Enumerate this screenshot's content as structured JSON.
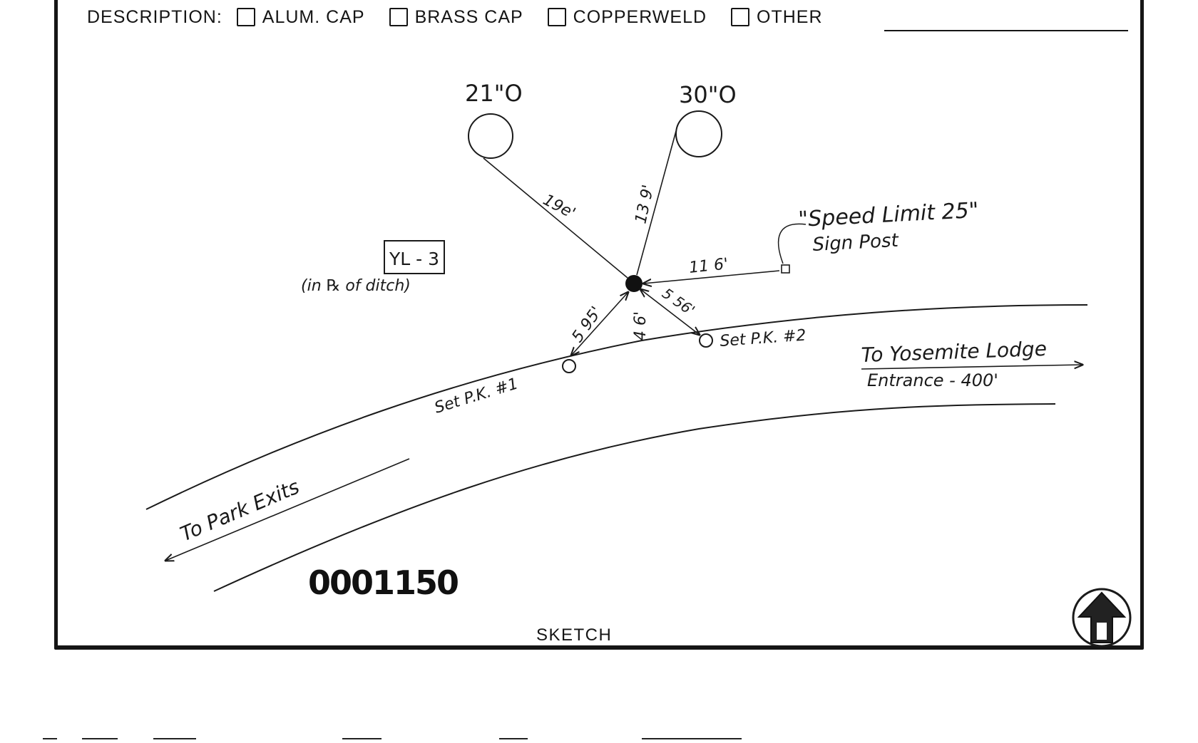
{
  "form": {
    "description_label": "DESCRIPTION:",
    "options": [
      {
        "label": "ALUM. CAP",
        "checked": false
      },
      {
        "label": "BRASS CAP",
        "checked": false
      },
      {
        "label": "COPPERWELD",
        "checked": false
      },
      {
        "label": "OTHER",
        "checked": false
      }
    ]
  },
  "sketch": {
    "trees": [
      {
        "label": "21\"O"
      },
      {
        "label": "30\"O"
      }
    ],
    "distances": {
      "to_tree_21": "19e'",
      "to_tree_30": "13 9'",
      "to_sign": "11 6'",
      "to_pk2": "5 56'",
      "to_pk1": "5 95'",
      "to_road": "4 6'"
    },
    "sign_post": {
      "line1": "\"Speed Limit 25\"",
      "line2": "Sign Post"
    },
    "yl3": {
      "box": "YL - 3",
      "note": "(in ℞ of ditch)"
    },
    "pk1": "Set P.K. #1",
    "pk2": "Set P.K. #2",
    "to_lodge": "To Yosemite Lodge",
    "entrance": "Entrance  - 400'",
    "to_exits": "To Park Exits",
    "stamp": "0001150",
    "caption": "SKETCH",
    "north_arrow": "north-arrow-icon"
  },
  "colors": {
    "ink": "#151515",
    "paper": "#ffffff"
  }
}
